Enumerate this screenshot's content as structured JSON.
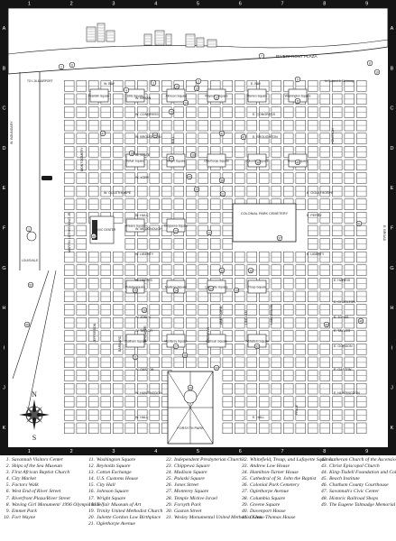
{
  "grid": {
    "columns": [
      "1",
      "2",
      "3",
      "4",
      "5",
      "6",
      "7",
      "8",
      "9"
    ],
    "rows": [
      "A",
      "B",
      "C",
      "D",
      "E",
      "F",
      "G",
      "H",
      "I",
      "J",
      "K"
    ]
  },
  "map": {
    "river_label": "RIVERFRONT PLAZA",
    "compass": {
      "north": "N",
      "south": "S"
    },
    "colors": {
      "frame": "#141414",
      "street": "#ffffff",
      "block": "#d8d8d8",
      "text": "#1a1a1a",
      "building": "#555555"
    },
    "street_labels": {
      "to_savannah": "TO I-16 & AIRPORT",
      "to_tybee": "to Oatland & Skidaway",
      "w_bay": "W. BAY",
      "e_bay": "E. BAY",
      "bryan": "W. BRYAN",
      "congress": "W. CONGRESS",
      "congress_e": "E. CONGRESS",
      "broughton": "W. BROUGHTON",
      "broughton_e": "E. BROUGHTON",
      "state": "W. STATE",
      "york": "W. YORK",
      "oglethorpe": "W. OGLETHORPE",
      "oglethorpe_e": "E. OGLETHORPE",
      "hull": "W. HULL",
      "mcdonough": "W. MCDONOUGH",
      "perry": "E. PERRY",
      "liberty": "W. LIBERTY",
      "liberty_e": "E. LIBERTY",
      "harris": "W. HARRIS",
      "harris_e": "E. HARRIS",
      "charlton": "E. CHARLTON",
      "jones": "W. JONES",
      "jones_e": "E. JONES",
      "taylor": "W. TAYLOR",
      "taylor_e": "E. TAYLOR",
      "gordon": "E. GORDON",
      "gaston": "W. GASTON",
      "gaston_e": "E. GASTON",
      "huntingdon": "W. HUNTINGDON",
      "huntingdon_e": "E. HUNTINGDON",
      "hall": "W. HALL",
      "hall_e": "E. HALL",
      "mlk": "MARTIN LUTHER KING JR.",
      "montgomery": "MONTGOMERY",
      "jefferson": "JEFFERSON",
      "barnard": "BARNARD",
      "whitaker": "WHITAKER",
      "bull": "BULL",
      "drayton": "DRAYTON",
      "abercorn": "ABERCORN",
      "lincoln": "LINCOLN",
      "habersham": "HABERSHAM",
      "price": "PRICE",
      "houston": "HOUSTON",
      "east_broad": "E. BROAD",
      "west_boundary": "W. BOUNDARY",
      "louisville": "LOUISVILLE"
    },
    "area_labels": {
      "cemetery": "COLONIAL PARK CEMETERY",
      "forsyth": "FORSYTH PARK",
      "civic": "CIVIC CENTER",
      "franklin": "Franklin Square",
      "ellis": "Ellis Square",
      "johnson": "Johnson Square",
      "reynolds": "Reynolds Square",
      "warren": "Warren Square",
      "washington": "Washington Square",
      "telfair": "Telfair Square",
      "wright": "Wright Square",
      "oglethorpe_sq": "Oglethorpe Square",
      "columbia": "Columbia Square",
      "greene": "Greene Square",
      "orleans": "Orleans Square",
      "chippewa": "Chippewa Square",
      "crawford": "Crawford Square",
      "pulaski": "Pulaski Square",
      "madison": "Madison Square",
      "lafayette": "Lafayette Square",
      "troup": "Troup Square",
      "chatham": "Chatham Square",
      "monterey": "Monterey Square",
      "calhoun": "Calhoun Square",
      "whitefield": "Whitefield Square"
    }
  },
  "legend": [
    [
      "Savannah Visitors Center",
      "Ships of the Sea Museum",
      "First African Baptist Church",
      "City Market",
      "Factors Walk",
      "West End of River Street",
      "Riverfront Plaza/River Street",
      "Waving Girl Monument/ 1996 Olympic Monument",
      "Emmet Park",
      "Fort Wayne"
    ],
    [
      "Washington Square",
      "Reynolds Square",
      "Cotton Exchange",
      "U.S. Customs House",
      "City Hall",
      "Johnson Square",
      "Wright Square",
      "Telfair Museum of Art",
      "Trinity United Methodist Church",
      "Juliette Gordon Low Birthplace",
      "Oglethorpe Avenue"
    ],
    [
      "Independent Presbyterian Church",
      "Chippewa Square",
      "Madison Square",
      "Pulaski Square",
      "Jones Street",
      "Monterey Square",
      "Temple Mickve Israel",
      "Forsyth Park",
      "Gaston Street",
      "Wesley Monumental United Methodist Church"
    ],
    [
      "Whitefield, Troup, and Lafayette Squares",
      "Andrew Low House",
      "Hamilton-Turner House",
      "Cathedral of St. John the Baptist",
      "Colonial Park Cemetery",
      "Oglethorpe Avenue",
      "Columbia Square",
      "Greene Square",
      "Davenport House",
      "Owens-Thomas House"
    ],
    [
      "Lutheran Church of the Ascension",
      "Christ Episcopal Church",
      "King-Tisdell Foundation and College",
      "Beach Institute",
      "Chatham County Courthouse",
      "Savannah's Civic Center",
      "Historic Railroad Shops",
      "The Eugene Talmadge Memorial Bridge"
    ]
  ]
}
